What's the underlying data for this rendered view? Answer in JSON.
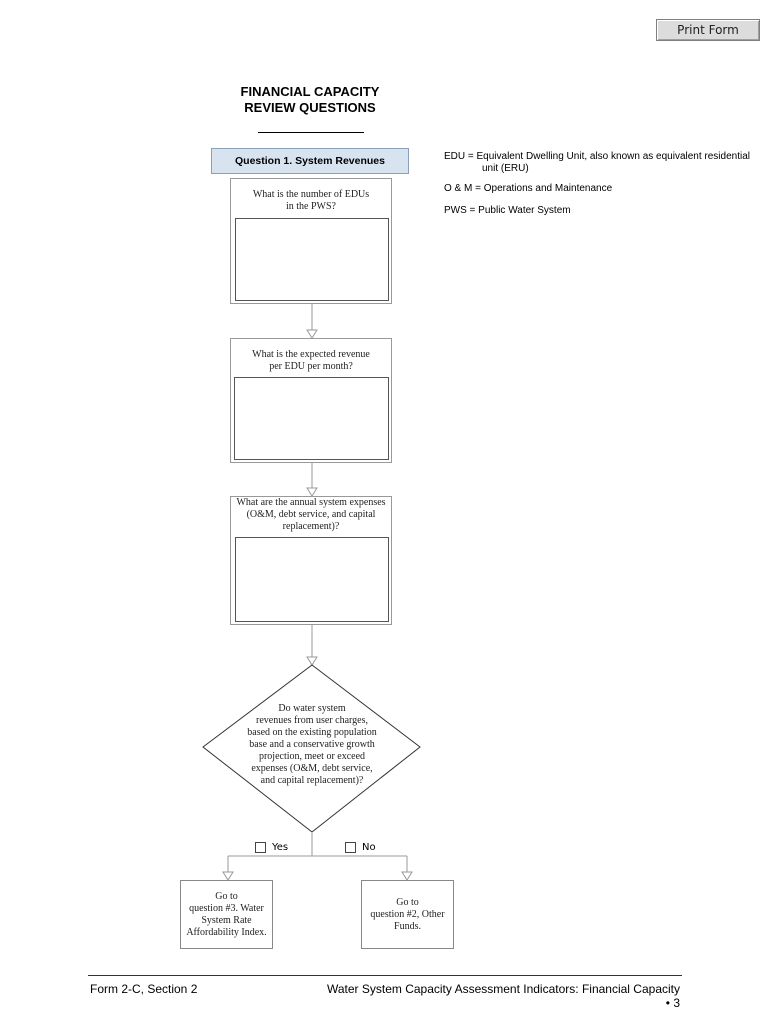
{
  "print_button": {
    "label": "Print Form"
  },
  "title": "FINANCIAL CAPACITY\nREVIEW QUESTIONS",
  "question_header": "Question 1. System Revenues",
  "legend": [
    {
      "text": "EDU = Equivalent Dwelling Unit, also known as equivalent residential",
      "cont": "unit (ERU)"
    },
    {
      "text": "O & M = Operations and Maintenance"
    },
    {
      "text": "PWS = Public Water System"
    }
  ],
  "questions": [
    {
      "text": "What is the number of EDUs\nin the PWS?",
      "answer": ""
    },
    {
      "text": "What is the expected revenue\nper EDU per month?",
      "answer": ""
    },
    {
      "text": "What are the annual system expenses\n(O&M, debt service, and capital\nreplacement)?",
      "answer": ""
    }
  ],
  "decision": {
    "text": "Do water system\nrevenues from user charges,\nbased on the existing population\nbase and a conservative growth\nprojection, meet or exceed\nexpenses (O&M, debt service,\nand capital replacement)?",
    "yes_label": "Yes",
    "no_label": "No"
  },
  "outcomes": {
    "yes": "Go to\nquestion #3. Water\nSystem Rate\nAffordability Index.",
    "no": "Go to\nquestion #2, Other\nFunds."
  },
  "footer": {
    "left": "Form 2-C, Section 2",
    "right": "Water System Capacity Assessment Indicators: Financial Capacity • 3"
  }
}
